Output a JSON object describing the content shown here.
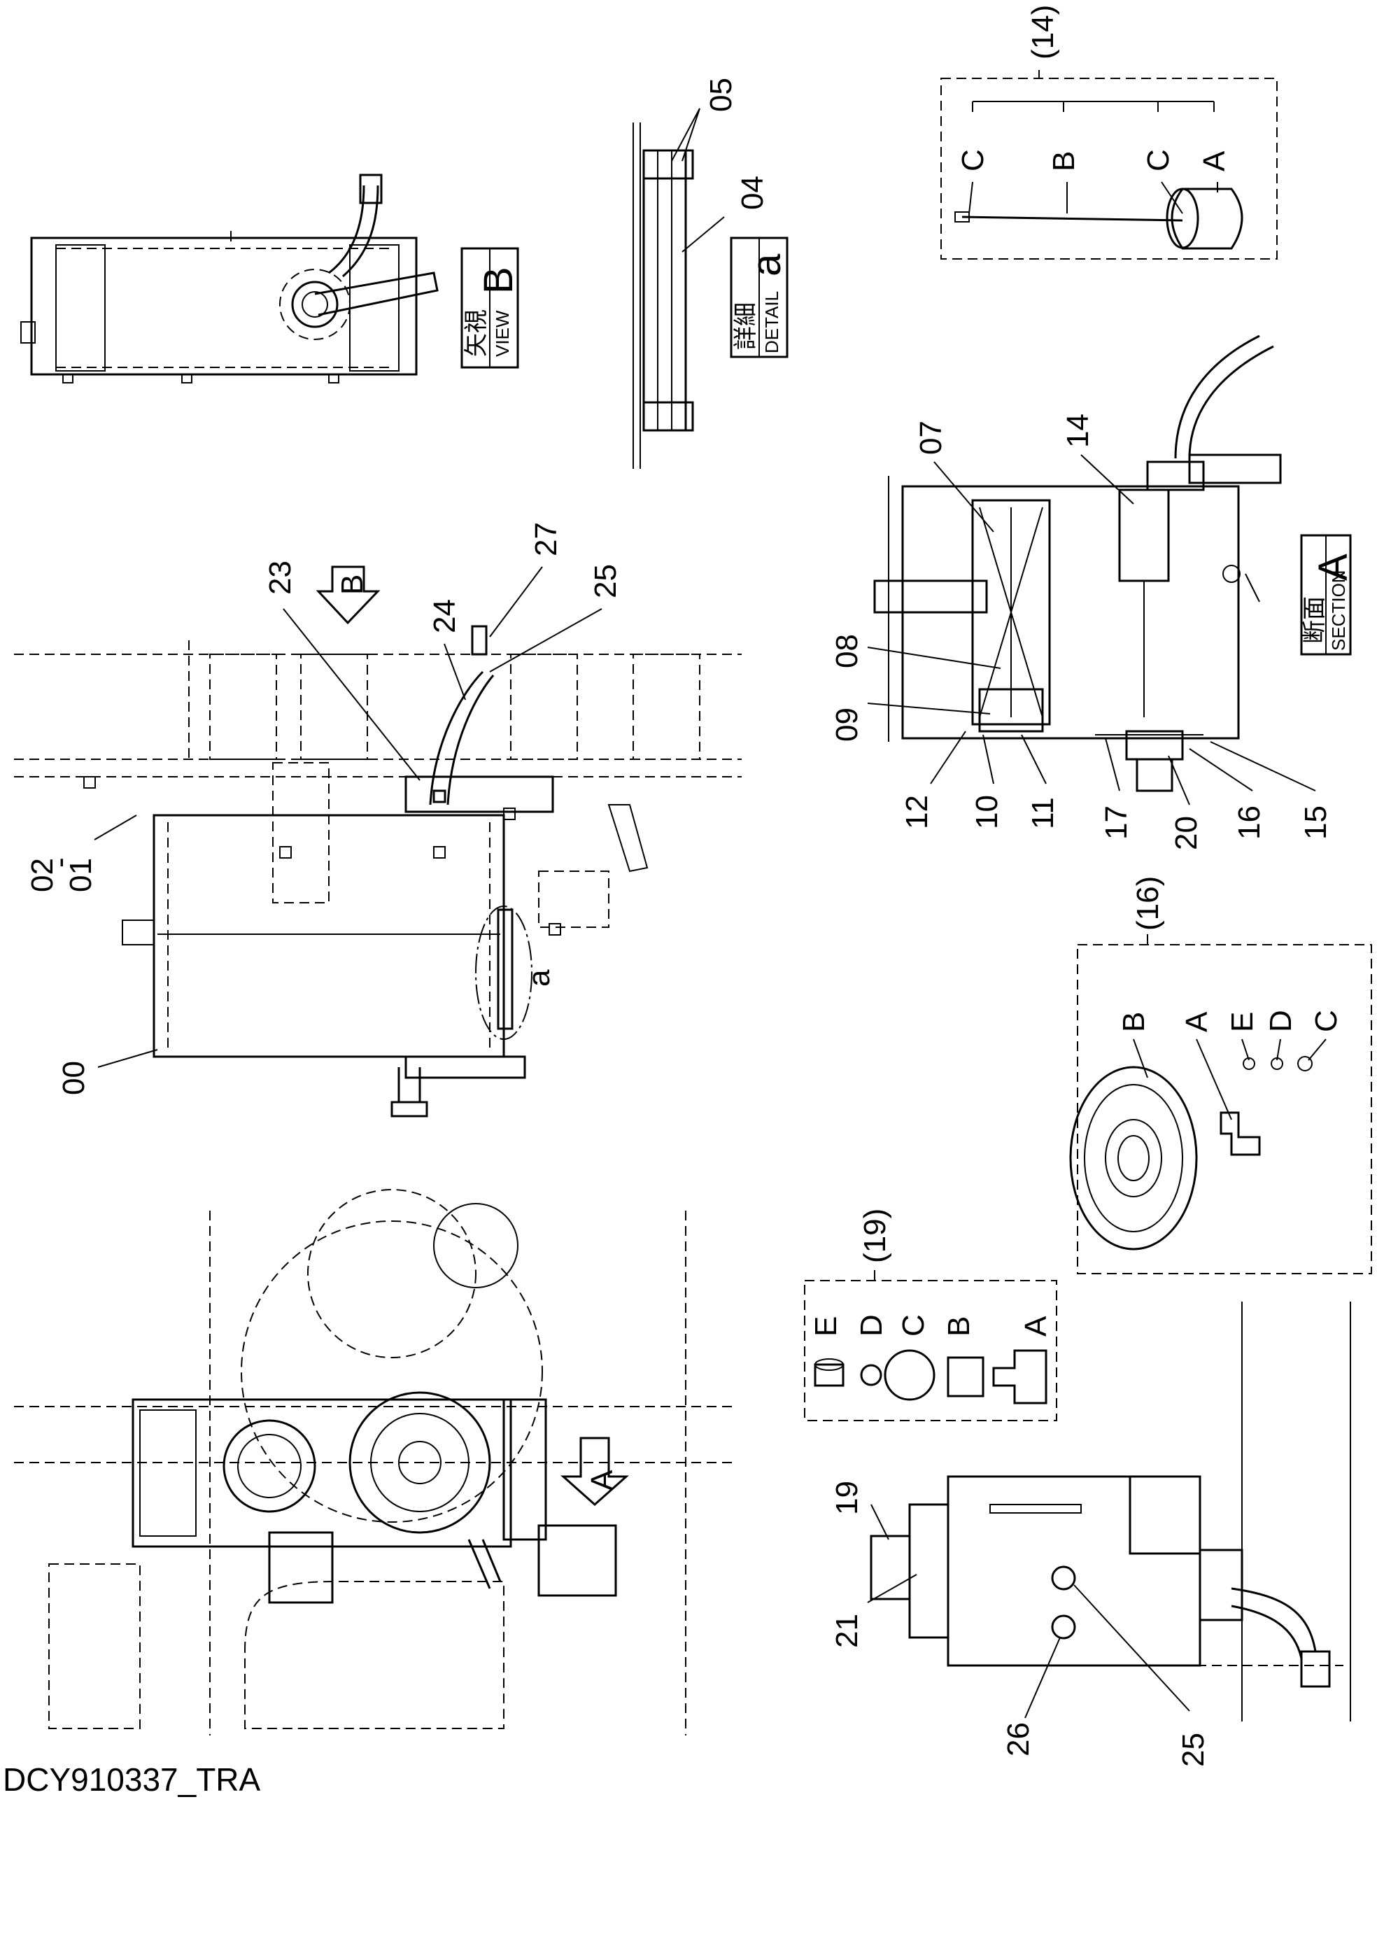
{
  "drawing_code": "DCY910337_TRA",
  "main_view": {
    "callouts": [
      "00",
      "01",
      "02",
      "23",
      "24",
      "25",
      "27",
      "a"
    ],
    "arrow_B": "B",
    "arrow_A": "A"
  },
  "view_B": {
    "jp": "矢視",
    "en": "VIEW",
    "letter": "B"
  },
  "detail_a": {
    "jp": "詳細",
    "en": "DETAIL",
    "letter": "a",
    "callouts": [
      "05",
      "04"
    ]
  },
  "section_A": {
    "jp": "断面",
    "en": "SECTION",
    "letter": "A",
    "callouts": [
      "07",
      "14",
      "08",
      "09",
      "12",
      "10",
      "11",
      "17",
      "20",
      "16",
      "15"
    ]
  },
  "kit_14": {
    "title": "(14)",
    "parts": [
      "C",
      "B",
      "C",
      "A"
    ]
  },
  "kit_16": {
    "title": "(16)",
    "parts": [
      "B",
      "A",
      "E",
      "D",
      "C"
    ]
  },
  "kit_19": {
    "title": "(19)",
    "parts": [
      "E",
      "D",
      "C",
      "B",
      "A"
    ]
  },
  "side_view": {
    "callouts": [
      "19",
      "21",
      "26",
      "25"
    ]
  }
}
